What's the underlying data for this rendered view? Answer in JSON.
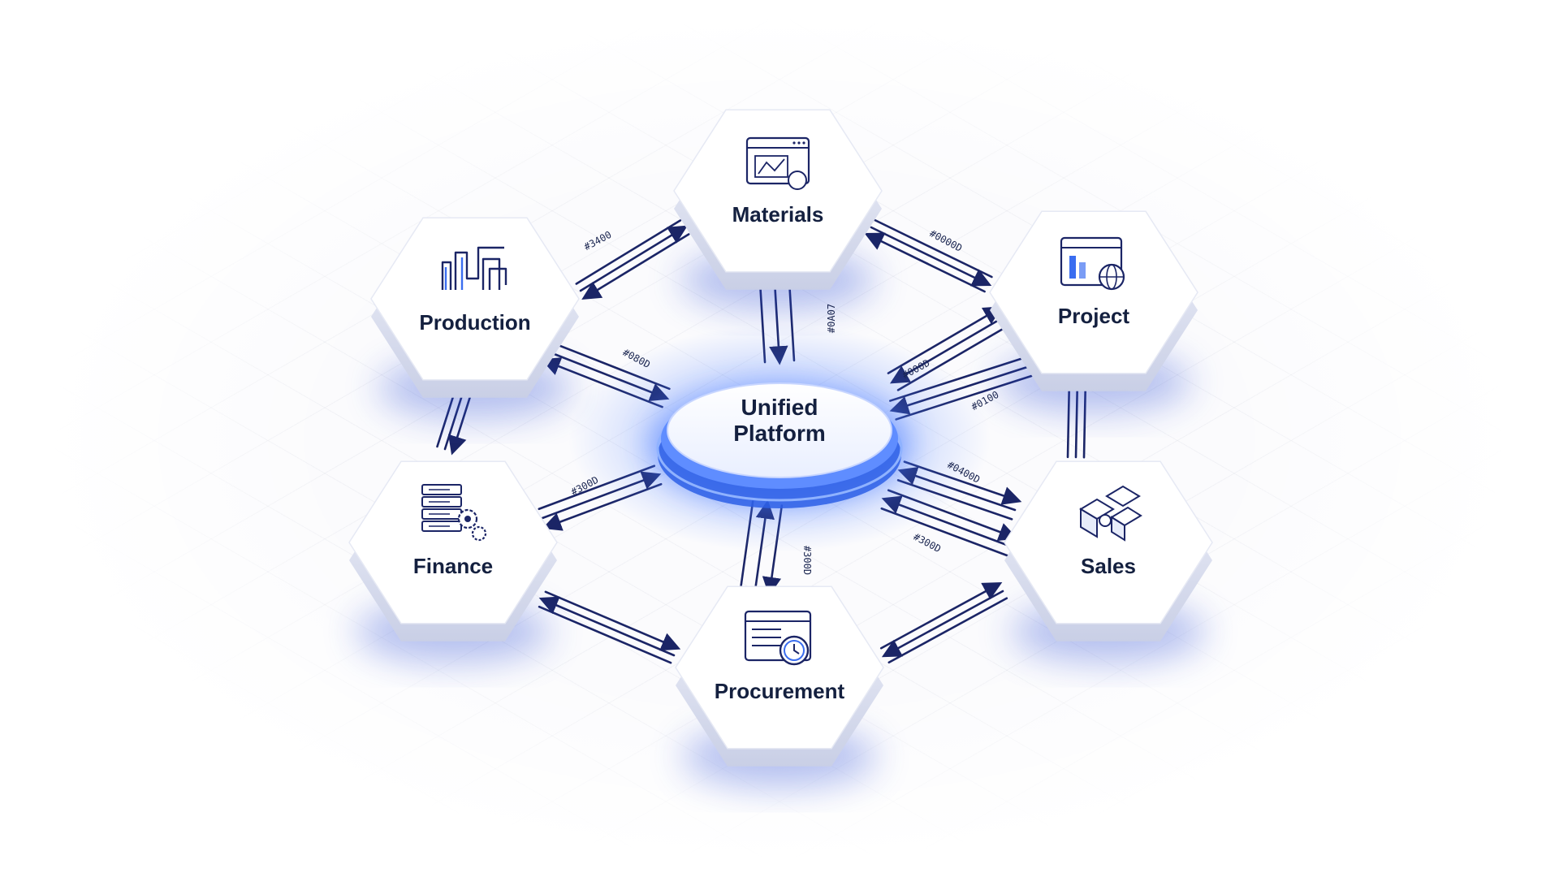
{
  "diagram": {
    "center": {
      "title_line1": "Unified",
      "title_line2": "Platform"
    },
    "modules": [
      {
        "id": "materials",
        "label": "Materials",
        "icon": "browser-chart-icon"
      },
      {
        "id": "project",
        "label": "Project",
        "icon": "browser-globe-icon"
      },
      {
        "id": "sales",
        "label": "Sales",
        "icon": "boxes-icon"
      },
      {
        "id": "procurement",
        "label": "Procurement",
        "icon": "browser-clock-icon"
      },
      {
        "id": "finance",
        "label": "Finance",
        "icon": "server-gears-icon"
      },
      {
        "id": "production",
        "label": "Production",
        "icon": "pipes-icon"
      }
    ],
    "connection_codes": [
      {
        "id": "materials-production",
        "text": "#3400"
      },
      {
        "id": "materials-project",
        "text": "#0000D"
      },
      {
        "id": "materials-center",
        "text": "#0A07"
      },
      {
        "id": "production-center",
        "text": "#080D"
      },
      {
        "id": "project-center-a",
        "text": "#000D"
      },
      {
        "id": "project-center-b",
        "text": "#0100"
      },
      {
        "id": "sales-center-a",
        "text": "#0400D"
      },
      {
        "id": "sales-center-b",
        "text": "#300D"
      },
      {
        "id": "finance-center",
        "text": "#300D"
      },
      {
        "id": "procurement-center",
        "text": "#300D"
      }
    ],
    "colors": {
      "line": "#1b2566",
      "hex_face": "#ffffff",
      "hex_side": "#dfe2ef",
      "glow": "#2f6bff",
      "text": "#14203f"
    }
  }
}
